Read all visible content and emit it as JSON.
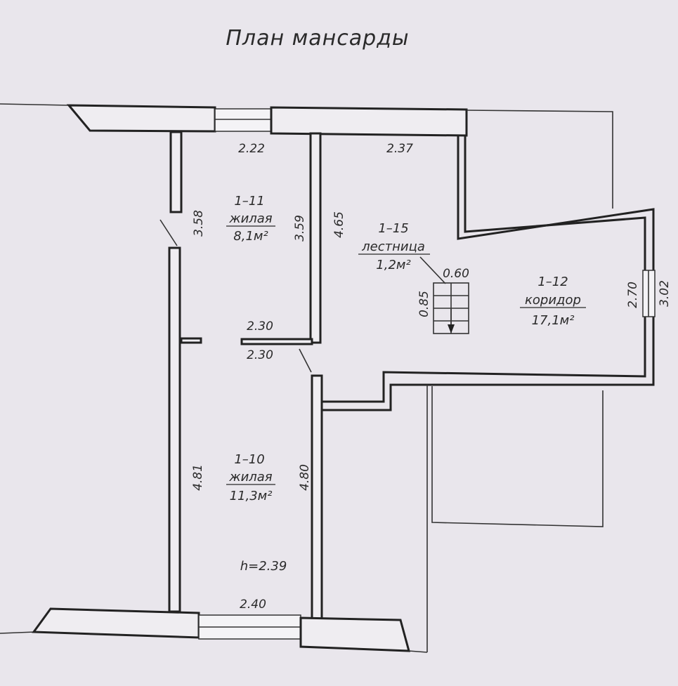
{
  "title": "План мансарды",
  "rooms": {
    "r111": {
      "id": "1–11",
      "type": "жилая",
      "area": "8,1м²"
    },
    "r110": {
      "id": "1–10",
      "type": "жилая",
      "area": "11,3м²"
    },
    "r115": {
      "id": "1–15",
      "type": "лестница",
      "area": "1,2м²"
    },
    "r112": {
      "id": "1–12",
      "type": "коридор",
      "area": "17,1м²"
    }
  },
  "dimensions": {
    "top_left_width": "2.22",
    "top_right_width": "2.37",
    "r111_left_height": "3.58",
    "r111_right_height": "3.59",
    "r115_height": "4.65",
    "partition_top": "2.30",
    "partition_bottom": "2.30",
    "r110_left_height": "4.81",
    "r110_right_height": "4.80",
    "bottom_width": "2.40",
    "stair_width": "0.60",
    "stair_height": "0.85",
    "corridor_inner": "2.70",
    "corridor_outer": "3.02"
  },
  "ceiling_height": "h=2.39",
  "colors": {
    "paper": "#e9e6ec",
    "line": "#222222"
  }
}
